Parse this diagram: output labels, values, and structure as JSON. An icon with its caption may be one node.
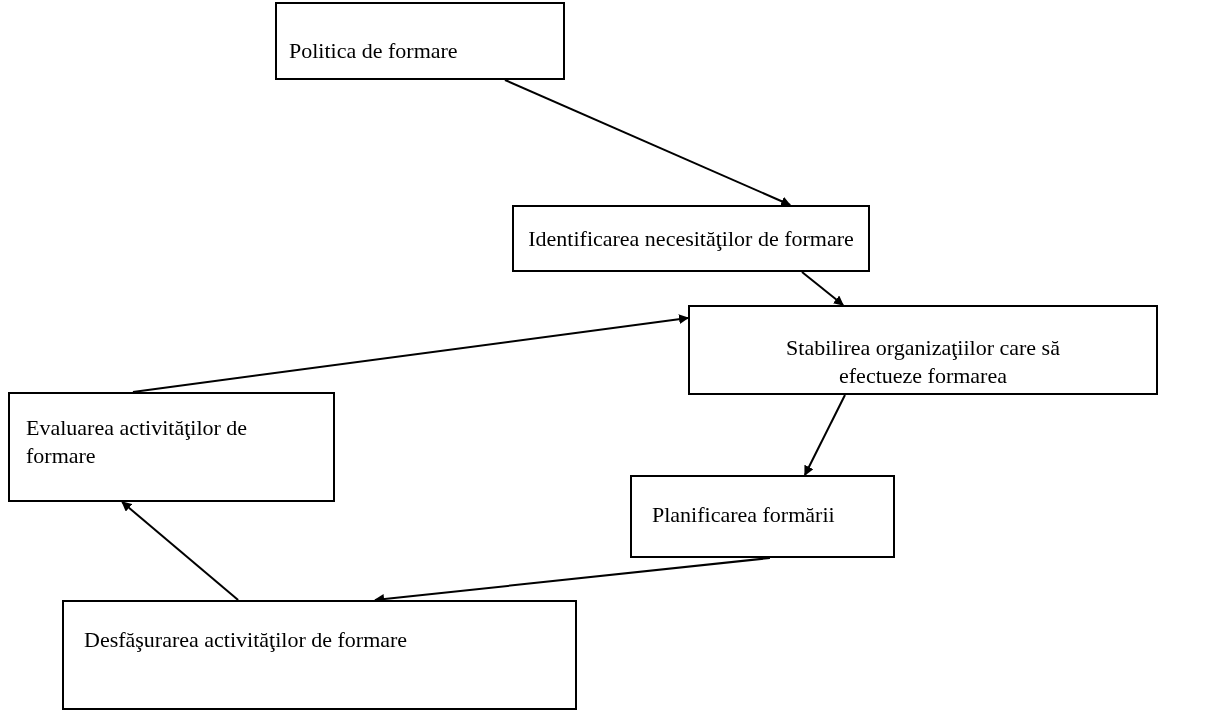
{
  "diagram": {
    "nodes": [
      {
        "text": [
          "Politica de formare"
        ]
      },
      {
        "text": [
          "Identificarea necesităţilor de formare"
        ]
      },
      {
        "text": [
          "Stabilirea organizaţiilor care să efectueze formarea"
        ]
      },
      {
        "text": [
          "Evaluarea activităţilor de formare"
        ]
      },
      {
        "text": [
          "Planificarea formării"
        ]
      },
      {
        "text": [
          "Desfăşurarea activităţilor de formare"
        ]
      }
    ],
    "edges": [
      {
        "from": 0,
        "to": 1,
        "arrow": "to"
      },
      {
        "from": 1,
        "to": 2,
        "arrow": "to"
      },
      {
        "from": 3,
        "to": 2,
        "arrow": "to"
      },
      {
        "from": 2,
        "to": 4,
        "arrow": "to"
      },
      {
        "from": 4,
        "to": 5,
        "arrow": "to"
      },
      {
        "from": 5,
        "to": 3,
        "arrow": "to"
      }
    ]
  }
}
